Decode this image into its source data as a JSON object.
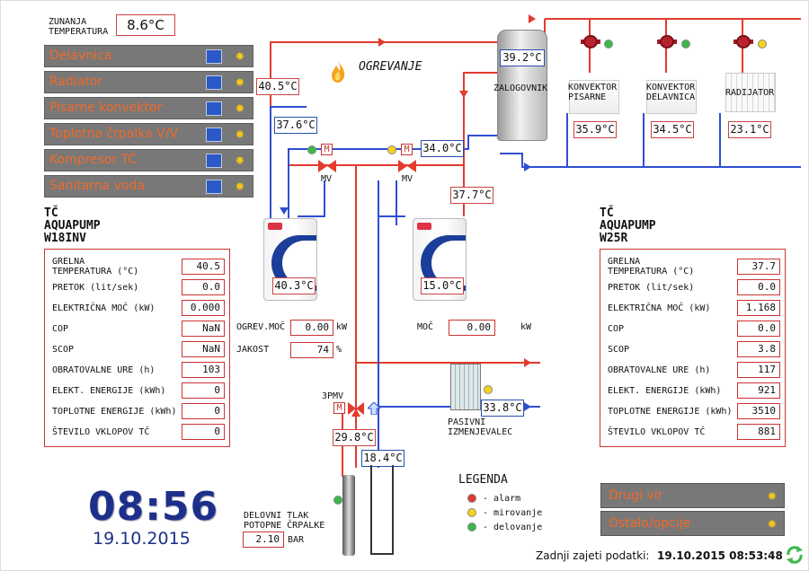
{
  "outside_temp": {
    "label_line1": "ZUNANJA",
    "label_line2": "TEMPERATURA",
    "value": "8.6°C"
  },
  "menu": [
    {
      "label": "Delavnica"
    },
    {
      "label": "Radiator"
    },
    {
      "label": "Pisarne konvektor"
    },
    {
      "label": "Toplotna črpalka V/V"
    },
    {
      "label": "Kompresor TČ"
    },
    {
      "label": "Sanitarna voda"
    }
  ],
  "heating_label": "OGREVANJE",
  "storage": {
    "label": "ZALOGOVNIK",
    "temp": "39.2°C"
  },
  "consumers": [
    {
      "label1": "KONVEKTOR",
      "label2": "PISARNE",
      "temp": "35.9°C",
      "status": "delovanje"
    },
    {
      "label1": "KONVEKTOR",
      "label2": "DELAVNICA",
      "temp": "34.5°C",
      "status": "delovanje"
    },
    {
      "label1": "RADIJATOR",
      "label2": "",
      "temp": "23.1°C",
      "status": "mirovanje"
    }
  ],
  "pipe_temps": {
    "t1": "40.5°C",
    "t2": "37.6°C",
    "t3": "34.0°C",
    "t4": "37.7°C",
    "t5": "40.3°C",
    "t6": "15.0°C",
    "t7": "29.8°C",
    "t8": "18.4°C",
    "t9": "33.8°C"
  },
  "valves": {
    "mv_label": "MV",
    "m": "M",
    "threepmv": "3PMV"
  },
  "hp1": {
    "title1": "TČ",
    "title2": "AQUAPUMP",
    "title3": "W18INV",
    "rows": [
      {
        "label": "GRELNA\nTEMPERATURA (°C)",
        "value": "40.5"
      },
      {
        "label": "PRETOK (lit/sek)",
        "value": "0.0"
      },
      {
        "label": "ELEKTRIČNA MOČ (kW)",
        "value": "0.000"
      },
      {
        "label": "COP",
        "value": "NaN"
      },
      {
        "label": "SCOP",
        "value": "NaN"
      },
      {
        "label": "OBRATOVALNE URE (h)",
        "value": "103"
      },
      {
        "label": "ELEKT. ENERGIJE (kWh)",
        "value": "0"
      },
      {
        "label": "TOPLOTNE ENERGIJE (kWh)",
        "value": "0"
      },
      {
        "label": "ŠTEVILO VKLOPOV TČ",
        "value": "0"
      }
    ]
  },
  "hp2": {
    "title1": "TČ",
    "title2": "AQUAPUMP",
    "title3": "W25R",
    "rows": [
      {
        "label": "GRELNA\nTEMPERATURA (°C)",
        "value": "37.7"
      },
      {
        "label": "PRETOK (lit/sek)",
        "value": "0.0"
      },
      {
        "label": "ELEKTRIČNA MOČ (kW)",
        "value": "1.168"
      },
      {
        "label": "COP",
        "value": "0.0"
      },
      {
        "label": "SCOP",
        "value": "3.8"
      },
      {
        "label": "OBRATOVALNE URE (h)",
        "value": "117"
      },
      {
        "label": "ELEKT. ENERGIJE (kWh)",
        "value": "921"
      },
      {
        "label": "TOPLOTNE ENERGIJE (kWh)",
        "value": "3510"
      },
      {
        "label": "ŠTEVILO VKLOPOV TČ",
        "value": "881"
      }
    ]
  },
  "mid": {
    "ogrev_label": "OGREV.MOČ",
    "ogrev_value": "0.00",
    "ogrev_unit": "kW",
    "jakost_label": "JAKOST",
    "jakost_value": "74",
    "jakost_unit": "%",
    "moc_label": "MOČ",
    "moc_value": "0.00",
    "moc_unit": "kW"
  },
  "exchanger": {
    "label1": "PASIVNI",
    "label2": "IZMENJEVALEC"
  },
  "pressure": {
    "label1": "DELOVNI TLAK",
    "label2": "POTOPNE ČRPALKE",
    "value": "2.10",
    "unit": "BAR"
  },
  "legend": {
    "title": "LEGENDA",
    "items": [
      {
        "label": "- alarm",
        "color": "#e0362e"
      },
      {
        "label": "- mirovanje",
        "color": "#f5d31c"
      },
      {
        "label": "- delovanje",
        "color": "#3bb84a"
      }
    ]
  },
  "clock": {
    "time": "08:56",
    "date": "19.10.2015"
  },
  "buttons": {
    "drugi": "Drugi vir",
    "ostalo": "Ostalo/opcije"
  },
  "footer": {
    "label": "Zadnji zajeti podatki:",
    "timestamp": "19.10.2015 08:53:48"
  },
  "colors": {
    "hot": "#e23b2e",
    "cold": "#2f4fd1",
    "menu_bg": "#787878",
    "menu_text": "#f06a2a",
    "clock": "#1e2f8a"
  }
}
